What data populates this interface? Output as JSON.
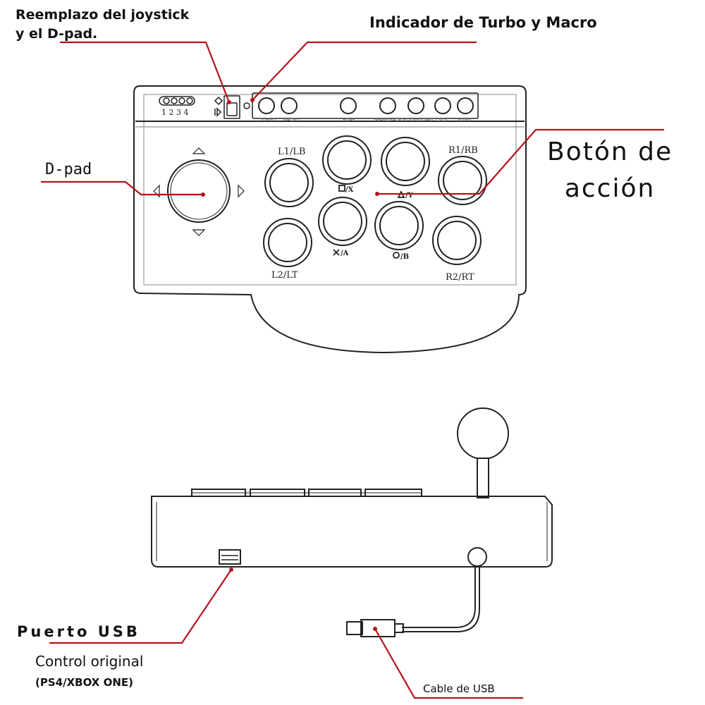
{
  "labels": {
    "joystick_line1": "Reemplazo del joystick",
    "joystick_line2": "y el D-pad.",
    "indicator": "Indicador de Turbo y Macro",
    "dpad": "D-pad",
    "action_line1": "Botón de",
    "action_line2": "acción",
    "usb_port": "Puerto USB",
    "original_line1": "Control original",
    "original_line2": "(PS4/XBOX ONE)",
    "usb_cable": "Cable de USB"
  },
  "device": {
    "slot_numbers": "1 2 3 4",
    "top_buttons": [
      "TURBO",
      "MACRO",
      "HOME",
      "SHARE/BACK",
      "OPTIONS/START",
      "L3/LS",
      "R3/RS"
    ],
    "button_labels": {
      "l1": "L1/LB",
      "r1": "R1/RB",
      "l2": "L2/LT",
      "r2": "R2/RT",
      "square": "/X",
      "triangle": "/Y",
      "cross": "/A",
      "circle": "/B"
    }
  },
  "colors": {
    "annotation_line": "#b5121b",
    "outline": "#222222"
  }
}
